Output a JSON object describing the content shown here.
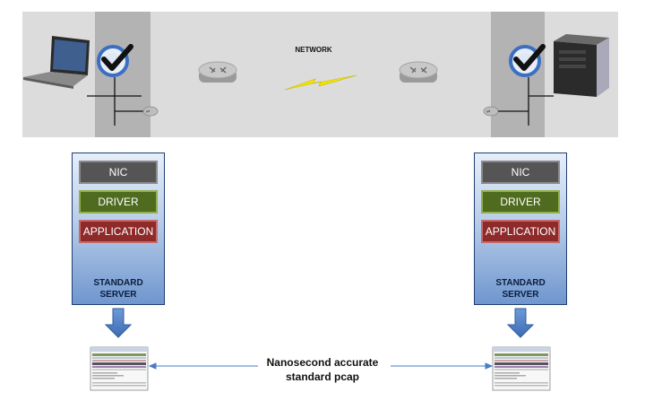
{
  "network": {
    "label": "NETWORK"
  },
  "servers": [
    {
      "layers": {
        "nic": "NIC",
        "driver": "DRIVER",
        "application": "APPLICATION"
      },
      "label_line1": "STANDARD",
      "label_line2": "SERVER"
    },
    {
      "layers": {
        "nic": "NIC",
        "driver": "DRIVER",
        "application": "APPLICATION"
      },
      "label_line1": "STANDARD",
      "label_line2": "SERVER"
    }
  ],
  "caption": {
    "line1": "Nanosecond accurate",
    "line2": "standard pcap"
  },
  "colors": {
    "nic": "#555555",
    "driver": "#4f6b1f",
    "application": "#8e2a2a",
    "arrow": "#4a7bc4",
    "lightning": "#f5e400"
  }
}
